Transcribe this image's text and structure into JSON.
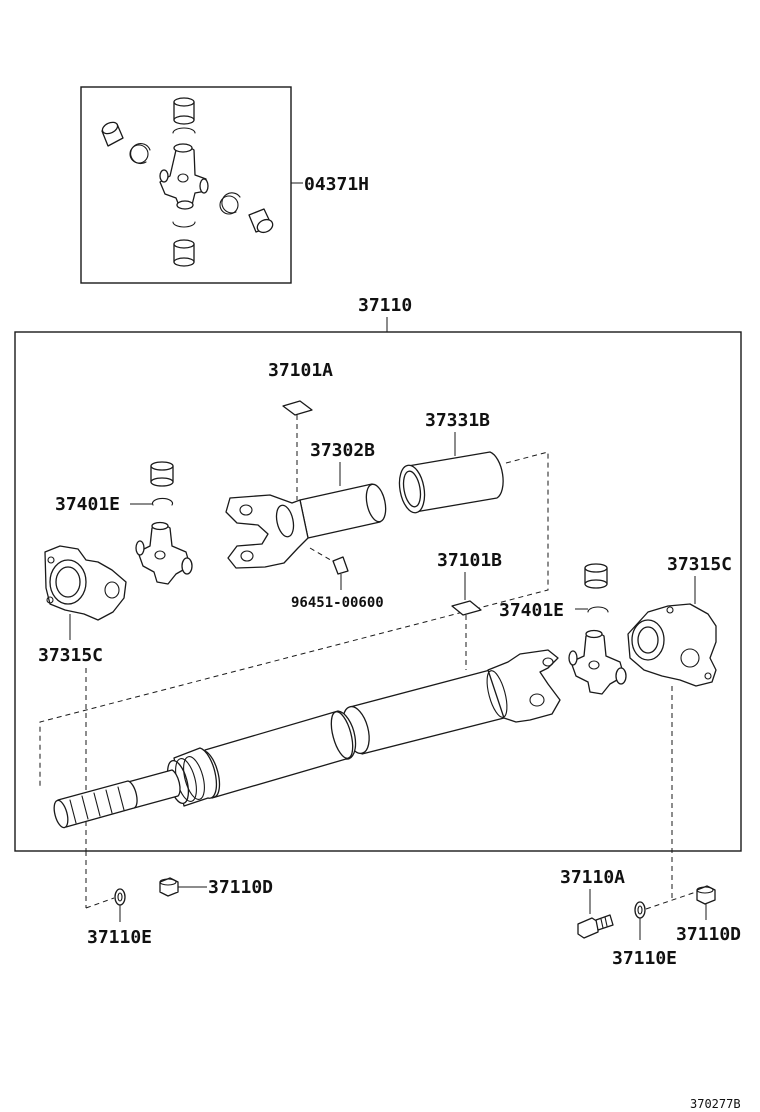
{
  "diagram": {
    "callouts": {
      "kit_04371H": "04371H",
      "assembly_37110": "37110",
      "p37101A": "37101A",
      "p37331B": "37331B",
      "p37302B": "37302B",
      "p37401E_left": "37401E",
      "p37315C_right": "37315C",
      "p37101B": "37101B",
      "p37401E_right": "37401E",
      "p96451": "96451-00600",
      "p37315C_left": "37315C",
      "p37110D_left": "37110D",
      "p37110A": "37110A",
      "p37110E_left": "37110E",
      "p37110D_right": "37110D",
      "p37110E_right": "37110E"
    },
    "illustration_code": "370277B",
    "colors": {
      "line": "#1a1a1a",
      "paper": "#ffffff"
    }
  }
}
